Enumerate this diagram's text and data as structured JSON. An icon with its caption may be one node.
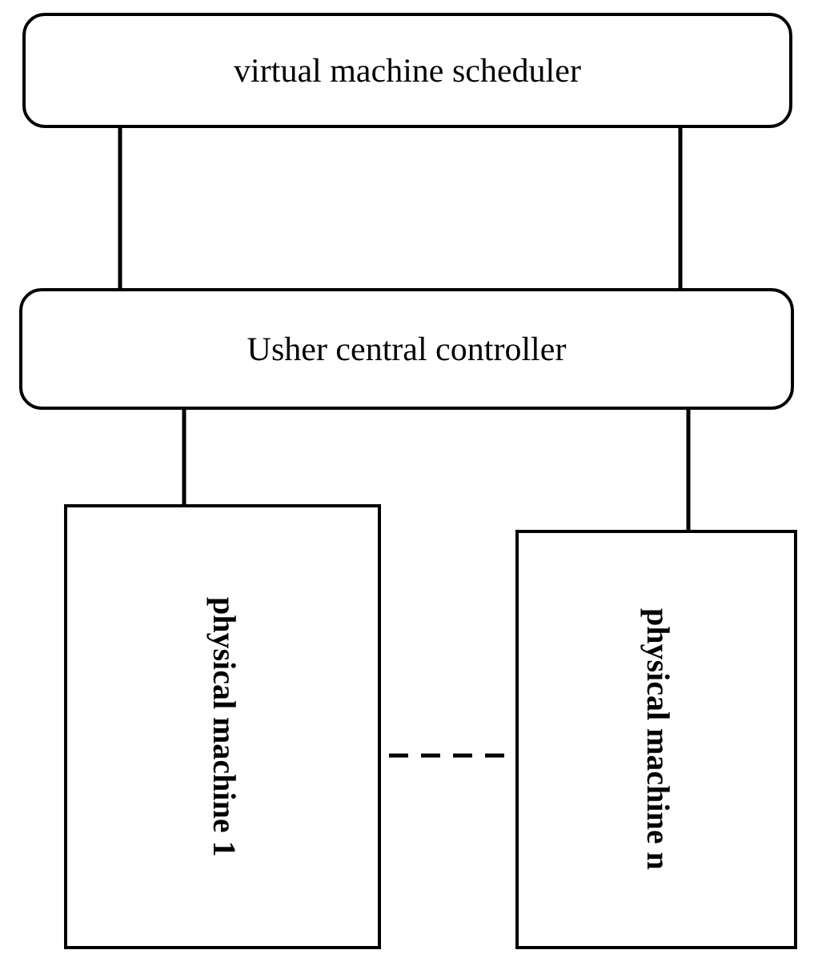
{
  "diagram": {
    "nodes": [
      {
        "text": [
          "virtual machine scheduler"
        ]
      },
      {
        "text": [
          "Usher central controller"
        ]
      },
      {
        "text": [
          "physical machine 1"
        ]
      },
      {
        "text": [
          "physical machine n"
        ]
      }
    ],
    "edges": [
      {
        "from": 0,
        "to": 1,
        "arrow": "none"
      },
      {
        "from": 0,
        "to": 1,
        "arrow": "none"
      },
      {
        "from": 1,
        "to": 2,
        "arrow": "none"
      },
      {
        "from": 1,
        "to": 3,
        "arrow": "none"
      },
      {
        "from": 2,
        "to": 3,
        "arrow": "none",
        "style": "dashed"
      }
    ]
  }
}
